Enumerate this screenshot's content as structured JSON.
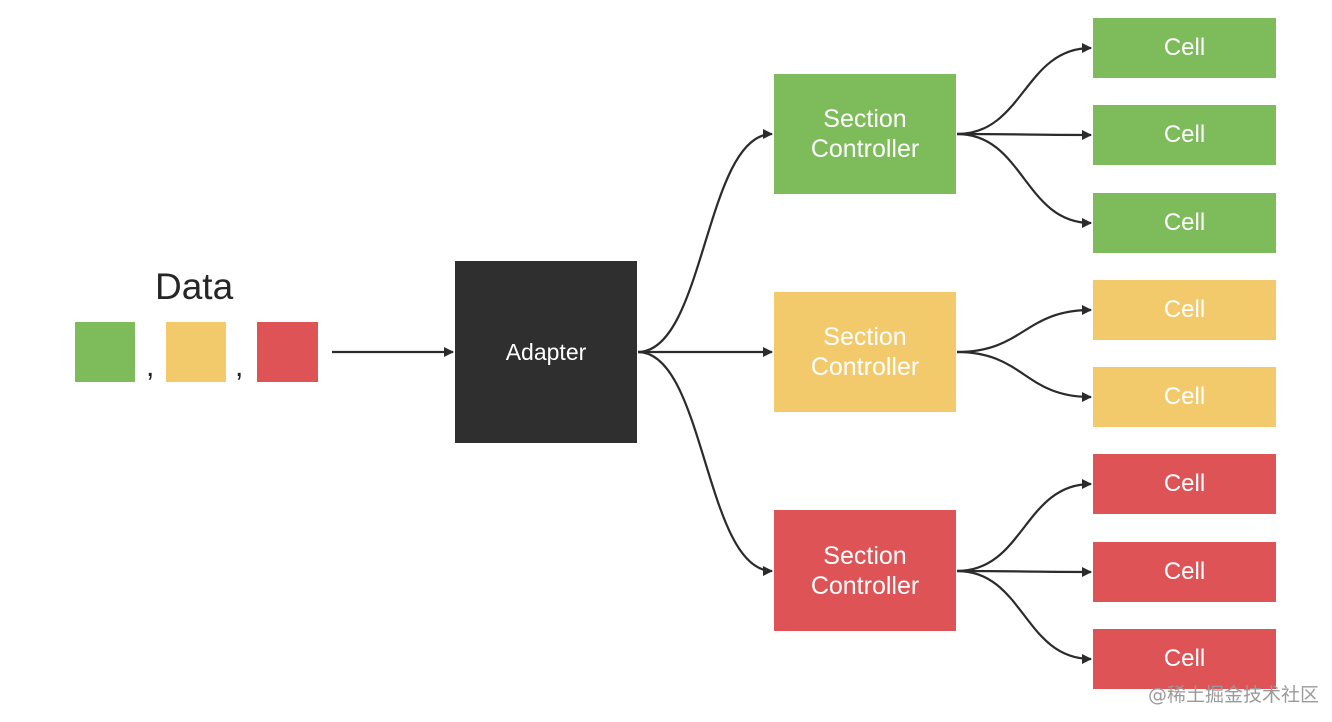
{
  "colors": {
    "green": "#7dbb5b",
    "yellow": "#f3ca6b",
    "red": "#dd5356",
    "adapter": "#2f2f2f",
    "connector": "#2b2b2b"
  },
  "data": {
    "label": "Data",
    "separator": ",",
    "swatches": [
      "green",
      "yellow",
      "red"
    ]
  },
  "adapter": {
    "label": "Adapter"
  },
  "sections": [
    {
      "color": "green",
      "line1": "Section",
      "line2": "Controller",
      "cells": [
        "Cell",
        "Cell",
        "Cell"
      ]
    },
    {
      "color": "yellow",
      "line1": "Section",
      "line2": "Controller",
      "cells": [
        "Cell",
        "Cell"
      ]
    },
    {
      "color": "red",
      "line1": "Section",
      "line2": "Controller",
      "cells": [
        "Cell",
        "Cell",
        "Cell"
      ]
    }
  ],
  "watermark": "@稀土掘金技术社区"
}
